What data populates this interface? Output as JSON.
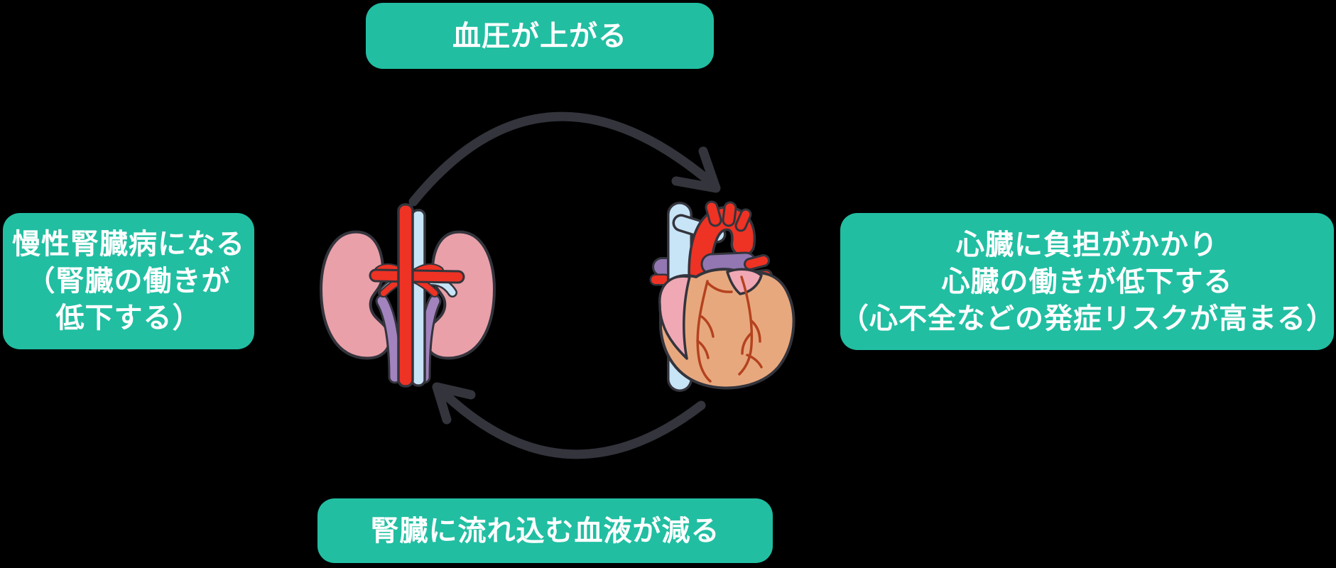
{
  "colors": {
    "background": "#000000",
    "box_bg": "#21BEA2",
    "box_text": "#FFFFFF",
    "arrow": "#33343C",
    "outline": "#33343C",
    "organ_red": "#EE3224",
    "organ_blue": "#C8E4F7",
    "kidney_pink": "#E9A0A9",
    "ureter_purple": "#A283BE",
    "heart_tan": "#E8A87E",
    "heart_pink": "#F0A8B4",
    "heart_purple": "#9277B2",
    "coronary": "#B4421E"
  },
  "boxes": {
    "top": {
      "text": "血圧が上がる"
    },
    "left": {
      "lines": [
        "慢性腎臓病になる",
        "（腎臓の働きが",
        "低下する）"
      ]
    },
    "right": {
      "lines": [
        "心臓に負担がかかり",
        "心臓の働きが低下する",
        "（心不全などの発症リスクが高まる）"
      ]
    },
    "bottom": {
      "text": "腎臓に流れ込む血液が減る"
    }
  },
  "icons": {
    "kidneys": "kidneys-illustration",
    "heart": "heart-illustration",
    "arrow_top": "arrow-kidneys-to-heart",
    "arrow_bottom": "arrow-heart-to-kidneys"
  }
}
